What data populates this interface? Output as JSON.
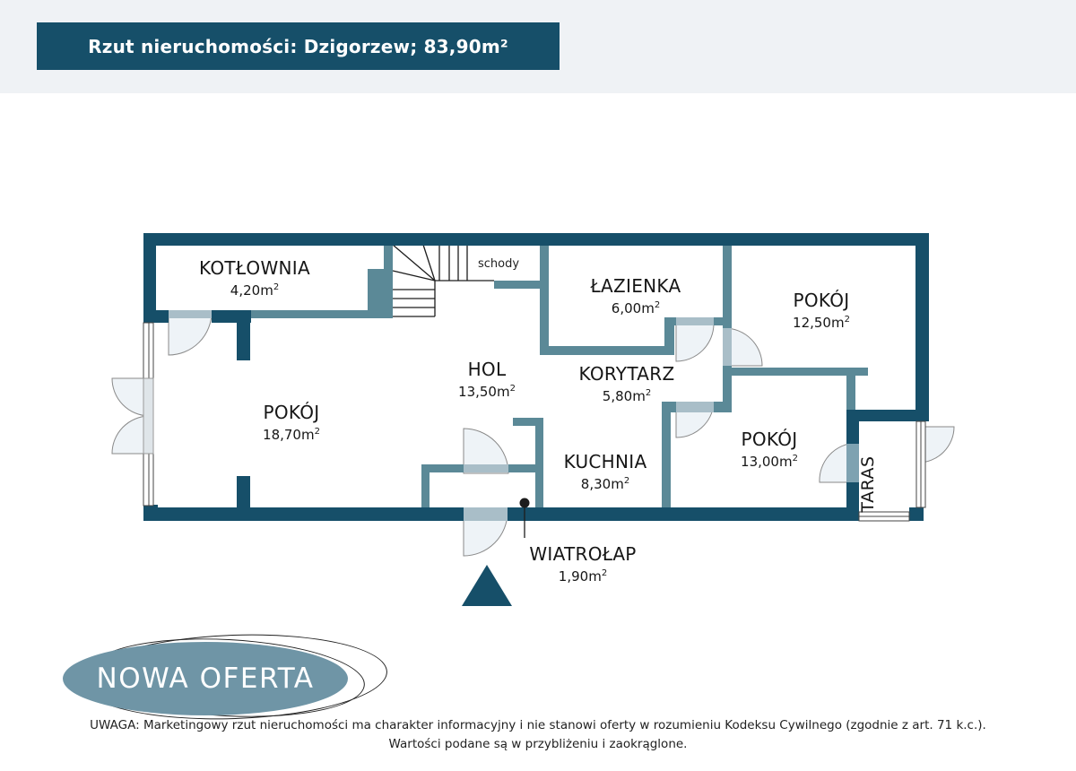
{
  "header": {
    "title": "Rzut nieruchomości: Dzigorzew; 83,90m²"
  },
  "colors": {
    "outer_wall": "#164f69",
    "inner_wall": "#5b8997",
    "title_bg": "#164f69",
    "badge_bg": "#6f95a6",
    "top_band": "#eff2f5",
    "door_fill": "#eef3f7"
  },
  "floorplan": {
    "rooms": [
      {
        "name": "KOTŁOWNIA",
        "area": "4,20m",
        "unit_sup": "2"
      },
      {
        "name": "ŁAZIENKA",
        "area": "6,00m",
        "unit_sup": "2"
      },
      {
        "name": "POKÓJ",
        "area": "12,50m",
        "unit_sup": "2"
      },
      {
        "name": "HOL",
        "area": "13,50m",
        "unit_sup": "2"
      },
      {
        "name": "KORYTARZ",
        "area": "5,80m",
        "unit_sup": "2"
      },
      {
        "name": "POKÓJ",
        "area": "18,70m",
        "unit_sup": "2"
      },
      {
        "name": "KUCHNIA",
        "area": "8,30m",
        "unit_sup": "2"
      },
      {
        "name": "POKÓJ",
        "area": "13,00m",
        "unit_sup": "2"
      },
      {
        "name": "WIATROŁAP",
        "area": "1,90m",
        "unit_sup": "2"
      }
    ],
    "stairs_label": "schody",
    "terrace_label": "TARAS",
    "entrance_icon": "entrance-triangle-icon"
  },
  "badge": {
    "label": "NOWA OFERTA"
  },
  "disclaimer": {
    "line1": "UWAGA: Marketingowy rzut nieruchomości ma charakter informacyjny i nie stanowi oferty w rozumieniu Kodeksu Cywilnego (zgodnie z art. 71 k.c.).",
    "line2": "Wartości podane są w przybliżeniu i zaokrąglone."
  }
}
